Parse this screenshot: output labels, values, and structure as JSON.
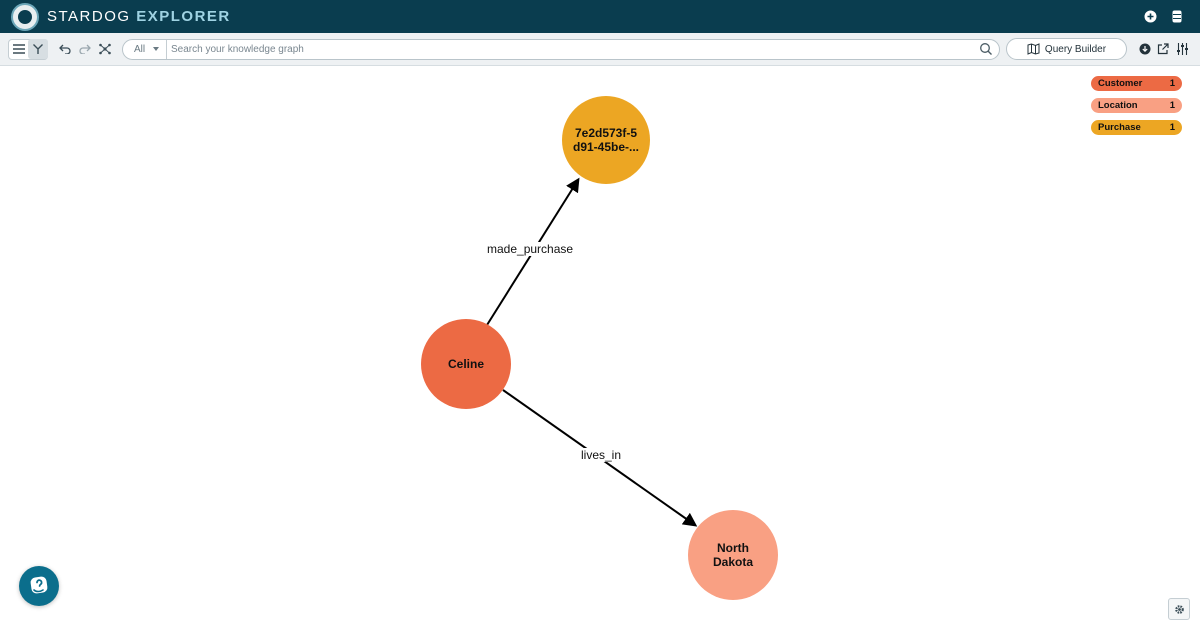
{
  "header": {
    "brand_light": "STARDOG",
    "brand_bold": "EXPLORER",
    "icons": [
      "plus-circle-icon",
      "database-icon"
    ]
  },
  "toolbar": {
    "scope_value": "All",
    "search_placeholder": "Search your knowledge graph",
    "query_builder_label": "Query Builder"
  },
  "graph": {
    "nodes": [
      {
        "id": "celine",
        "label": "Celine",
        "type": "Customer",
        "color": "#ec6a44"
      },
      {
        "id": "purchase",
        "label": "7e2d573f-5 d91-45be-...",
        "type": "Purchase",
        "color": "#eca623"
      },
      {
        "id": "nd",
        "label": "North Dakota",
        "type": "Location",
        "color": "#f9a083"
      }
    ],
    "edges": [
      {
        "from": "celine",
        "to": "purchase",
        "label": "made_purchase"
      },
      {
        "from": "celine",
        "to": "nd",
        "label": "lives_in"
      }
    ]
  },
  "legend": [
    {
      "label": "Customer",
      "count": "1",
      "color": "#ec6a44"
    },
    {
      "label": "Location",
      "count": "1",
      "color": "#f9a083"
    },
    {
      "label": "Purchase",
      "count": "1",
      "color": "#eca623"
    }
  ]
}
